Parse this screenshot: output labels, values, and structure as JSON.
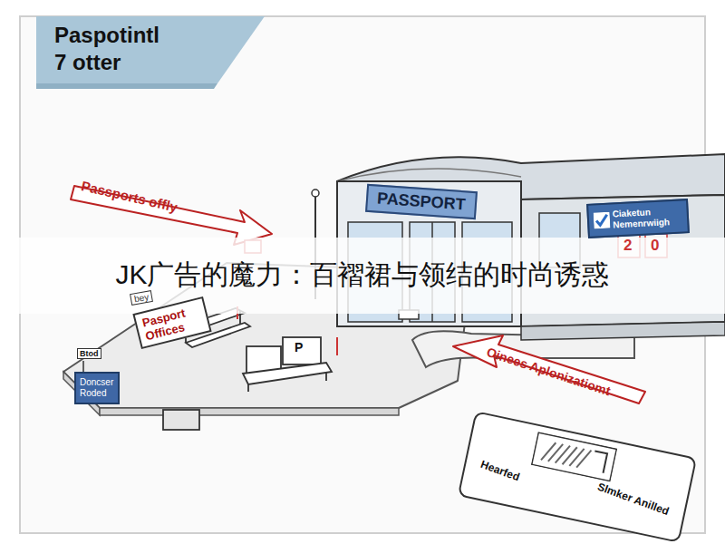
{
  "diagram": {
    "title": "Paspotintl 7 otter",
    "nodes": [
      {
        "text": [
          "PASSPORT"
        ]
      },
      {
        "text": [
          "Ciaketun Nemenrwiigh"
        ]
      },
      {
        "text": [
          "Pasport Offices"
        ]
      },
      {
        "text": [
          "Doncser Roded"
        ]
      },
      {
        "text": [
          "Hearfed",
          "Slmker Anilled"
        ]
      }
    ],
    "labels": [
      "Passports offly",
      "2",
      "0",
      "JK广告的魔力：百褶裙与领结的时尚诱惑",
      "bey",
      "P",
      "Btod",
      "Oinees Aplonizatiomt"
    ]
  }
}
